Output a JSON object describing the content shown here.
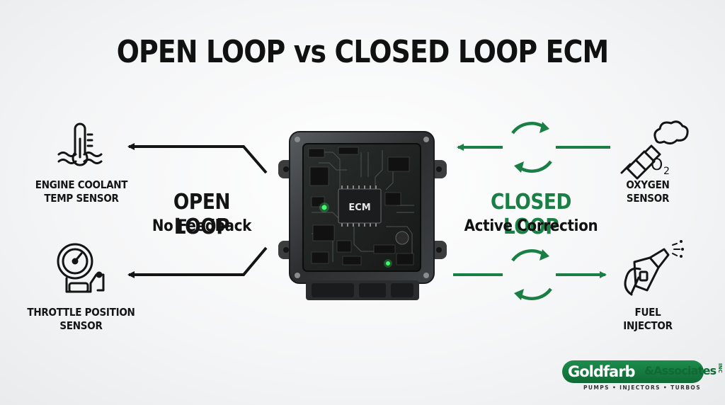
{
  "title": "OPEN LOOP vs CLOSED LOOP ECM",
  "ecm": {
    "label": "ECM"
  },
  "open_loop": {
    "title": "OPEN LOOP",
    "subtitle": "No Feedback",
    "sensors": [
      {
        "icon": "thermometer-icon",
        "label_line1": "ENGINE COOLANT",
        "label_line2": "TEMP SENSOR"
      },
      {
        "icon": "throttle-gauge-icon",
        "label_line1": "THROTTLE POSITION",
        "label_line2": "SENSOR"
      }
    ]
  },
  "closed_loop": {
    "title": "CLOSED LOOP",
    "subtitle": "Active Correction",
    "devices": [
      {
        "icon": "oxygen-sensor-icon",
        "label_line1": "OXYGEN",
        "label_line2": "SENSOR",
        "symbol": "O",
        "subscript": "2"
      },
      {
        "icon": "fuel-injector-icon",
        "label_line1": "FUEL",
        "label_line2": "INJECTOR"
      }
    ]
  },
  "colors": {
    "green": "#1a7f45",
    "black": "#141414"
  },
  "logo": {
    "name": "Goldfarb",
    "suffix": "&Associates",
    "inc": "INC",
    "tagline": "PUMPS • INJECTORS • TURBOS"
  }
}
